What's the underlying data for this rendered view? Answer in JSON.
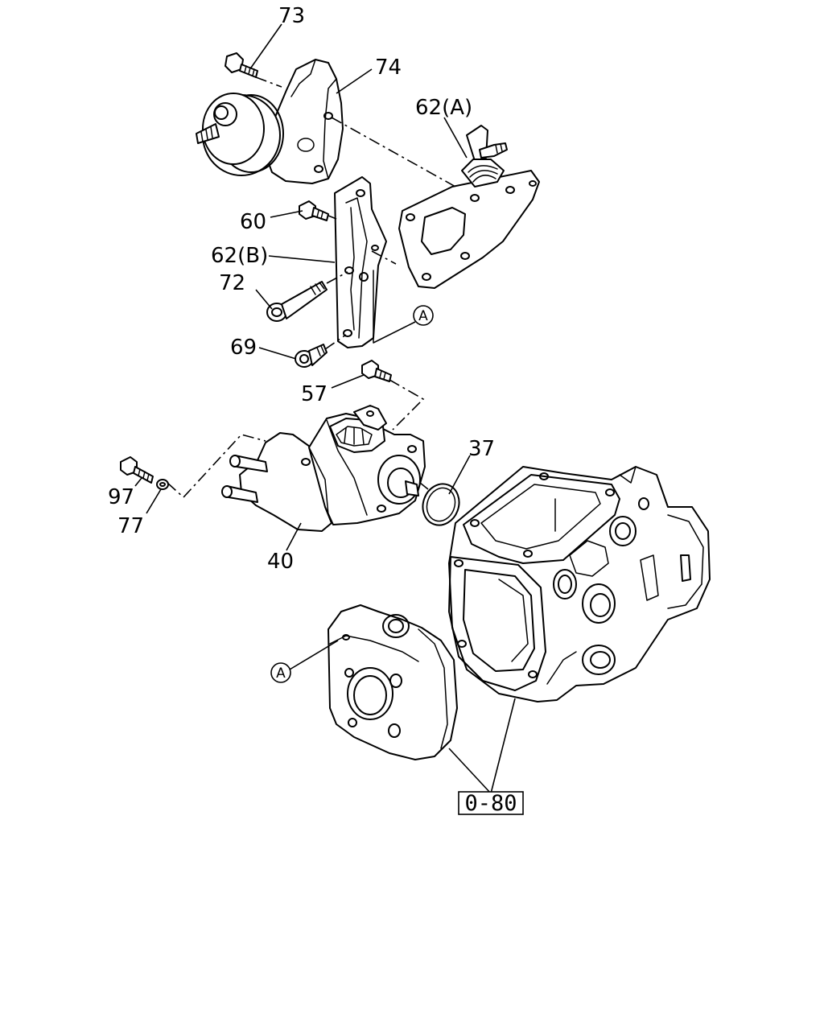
{
  "diagram": {
    "callouts": {
      "c73": "73",
      "c74": "74",
      "c62a": "62(A)",
      "c60": "60",
      "c62b": "62(B)",
      "c72": "72",
      "c69": "69",
      "c57": "57",
      "c37": "37",
      "c97": "97",
      "c77": "77",
      "c40": "40"
    },
    "circle_markers": {
      "upper": "A",
      "lower": "A"
    },
    "reference_box": "0-80"
  }
}
